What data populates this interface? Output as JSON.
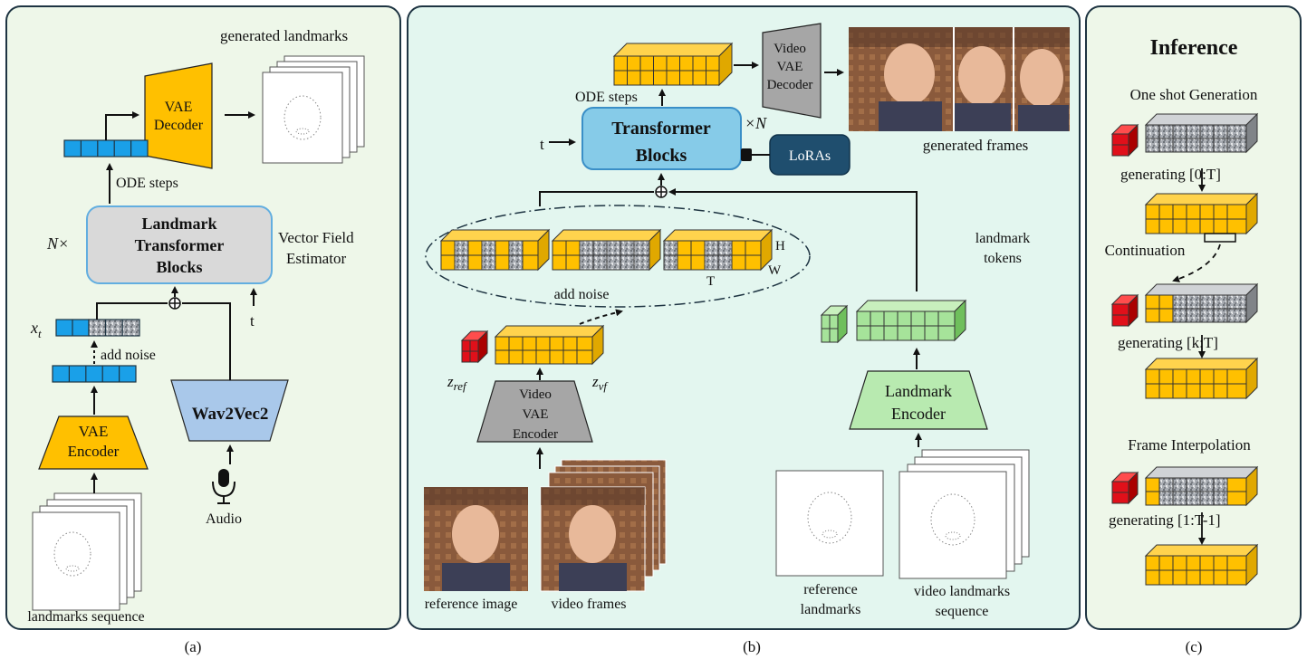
{
  "panel_a": {
    "generated_landmarks": "generated landmarks",
    "vae_decoder": [
      "VAE",
      "Decoder"
    ],
    "ode_steps": "ODE steps",
    "n_times": "N×",
    "transformer": [
      "Landmark",
      "Transformer",
      "Blocks"
    ],
    "vector_field": [
      "Vector Field",
      "Estimator"
    ],
    "x_t": "x",
    "x_t_sub": "t",
    "add_noise": "add noise",
    "t_label": "t",
    "vae_encoder": [
      "VAE",
      "Encoder"
    ],
    "wav2vec": "Wav2Vec2",
    "audio": "Audio",
    "landmarks_sequence": "landmarks sequence",
    "caption": "(a)"
  },
  "panel_b": {
    "ode_steps": "ODE steps",
    "video_decoder": [
      "Video",
      "VAE",
      "Decoder"
    ],
    "generated_frames": "generated frames",
    "t_label": "t",
    "transformer": [
      "Transformer",
      "Blocks"
    ],
    "times_n": "×N",
    "loras": "LoRAs",
    "axis_h": "H",
    "axis_w": "W",
    "axis_t": "T",
    "add_noise": "add noise",
    "landmark_tokens": [
      "landmark",
      "tokens"
    ],
    "z_ref": "z",
    "z_ref_sub": "ref",
    "z_vf": "z",
    "z_vf_sub": "vf",
    "video_encoder": [
      "Video",
      "VAE",
      "Encoder"
    ],
    "landmark_encoder": [
      "Landmark",
      "Encoder"
    ],
    "reference_image": "reference image",
    "video_frames": "video frames",
    "reference_landmarks": [
      "reference",
      "landmarks"
    ],
    "video_landmarks": [
      "video landmarks",
      "sequence"
    ],
    "caption": "(b)"
  },
  "panel_c": {
    "title": "Inference",
    "one_shot": "One shot Generation",
    "gen_0t": "generating [0:T]",
    "continuation": "Continuation",
    "gen_kt": "generating [k:T]",
    "frame_interp": "Frame Interpolation",
    "gen_1t": "generating [1:T-1]",
    "caption": "(c)"
  },
  "colors": {
    "panel_bg_a": "#eef7e9",
    "panel_bg_b": "#e3f6ef",
    "panel_bg_c": "#eef7e9",
    "panel_border": "#1e3442",
    "yellow": "#ffc000",
    "blue_token": "#1aa0e8",
    "transformer_blue": "#86cbe8",
    "gray_box": "#d9d9d9",
    "wav2vec_blue": "#a9c8ea",
    "green": "#a6e39a",
    "red": "#e0101a",
    "lora": "#1f4e6e"
  }
}
